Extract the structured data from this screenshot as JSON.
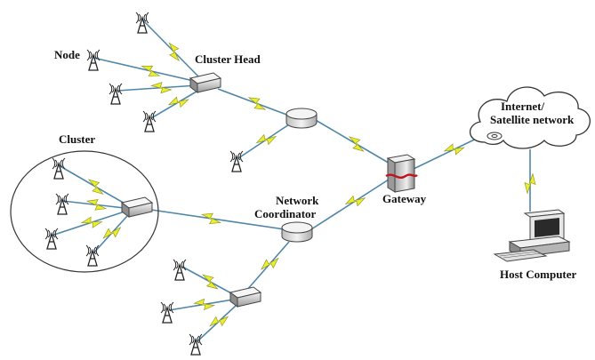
{
  "labels": {
    "node": "Node",
    "cluster_head": "Cluster Head",
    "cluster": "Cluster",
    "network_coordinator_line1": "Network",
    "network_coordinator_line2": "Coordinator",
    "gateway": "Gateway",
    "internet_line1": "Internet/",
    "internet_line2": "Satellite network",
    "host_computer": "Host Computer"
  },
  "colors": {
    "link": "#4f86a8",
    "wireless_zigzag": "#e9ef2c",
    "gateway_band": "#c0141c"
  },
  "icons": [
    "antenna-node-icon",
    "cluster-head-switch-icon",
    "router-icon",
    "gateway-icon",
    "cloud-icon",
    "host-computer-icon"
  ]
}
